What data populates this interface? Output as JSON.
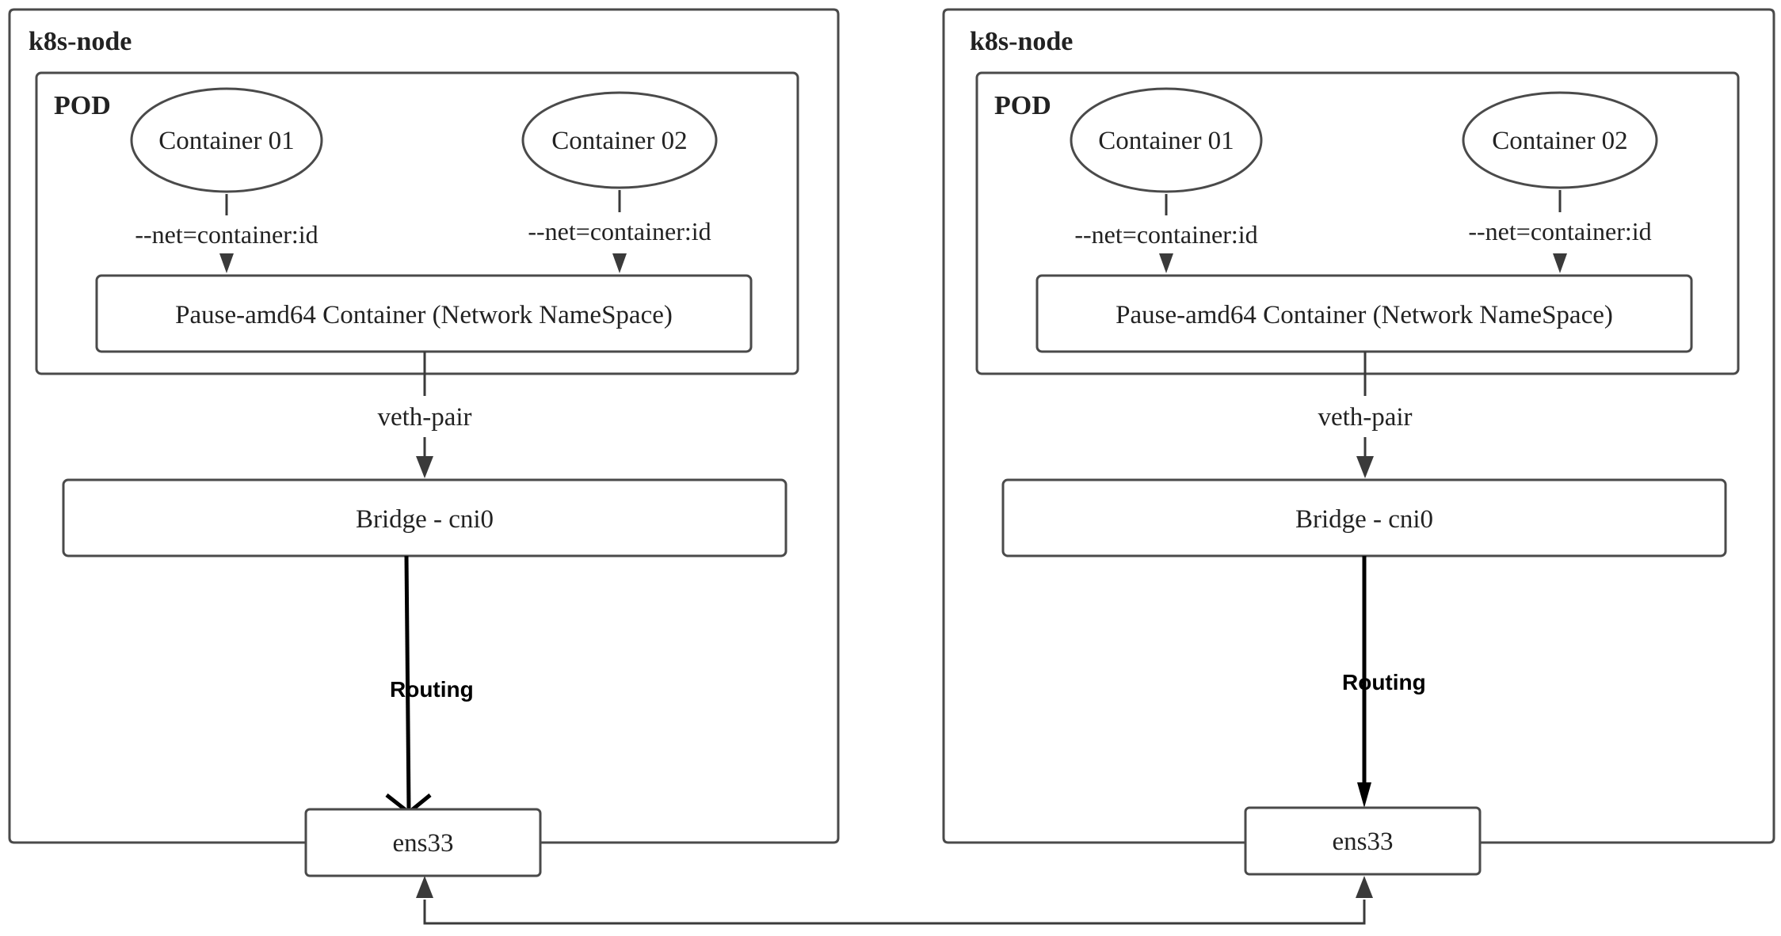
{
  "nodes": [
    {
      "title": "k8s-node",
      "pod_label": "POD",
      "container_a": "Container 01",
      "container_b": "Container 02",
      "net_flag_a": "--net=container:id",
      "net_flag_b": "--net=container:id",
      "pause": "Pause-amd64 Container (Network NameSpace)",
      "veth": "veth-pair",
      "bridge": "Bridge - cni0",
      "routing": "Routing",
      "nic": "ens33"
    },
    {
      "title": "k8s-node",
      "pod_label": "POD",
      "container_a": "Container 01",
      "container_b": "Container 02",
      "net_flag_a": "--net=container:id",
      "net_flag_b": "--net=container:id",
      "pause": "Pause-amd64 Container (Network NameSpace)",
      "veth": "veth-pair",
      "bridge": "Bridge - cni0",
      "routing": "Routing",
      "nic": "ens33"
    }
  ],
  "colors": {
    "border": "#4a4a4a",
    "text": "#222222",
    "routing_line": "#000000"
  }
}
